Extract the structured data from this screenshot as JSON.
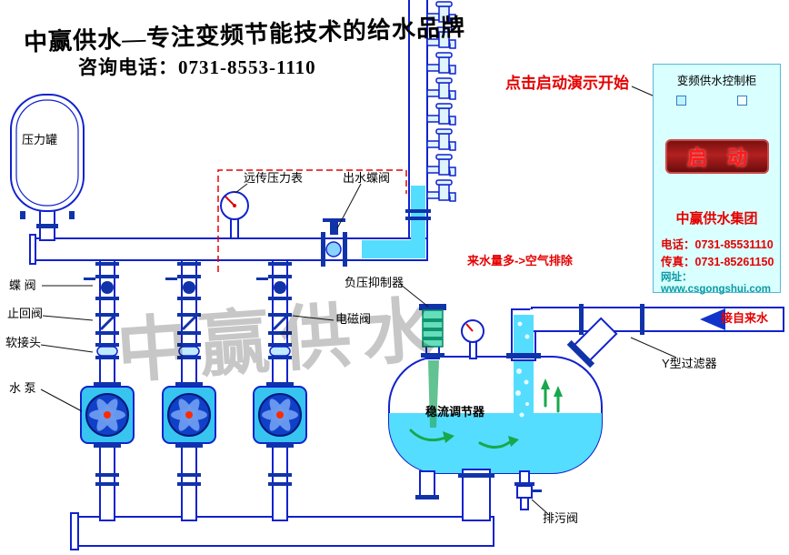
{
  "header": {
    "slogan": "中赢供水—专注变频节能技术的给水品牌",
    "hotline": "咨询电话：0731-8553-1110"
  },
  "demo_hint": "点击启动演示开始",
  "cabinet": {
    "title": "变频供水控制柜",
    "start_button": "启 动",
    "company": "中赢供水集团",
    "phone": "电话：0731-85531110",
    "fax": "传真：0731-85261150",
    "website": "网址：www.csgongshui.com"
  },
  "labels": {
    "pressure_tank": "压力罐",
    "remote_gauge": "远传压力表",
    "outlet_valve": "出水蝶阀",
    "butterfly_valve": "蝶 阀",
    "check_valve": "止回阀",
    "soft_joint": "软接头",
    "pump": "水 泵",
    "solenoid_valve": "电磁阀",
    "vacuum_suppressor": "负压抑制器",
    "air_exhaust": "来水量多->空气排除",
    "tap_water_inlet": "接自来水",
    "y_filter": "Y型过滤器",
    "flow_regulator": "稳流调节器",
    "drain_valve": "排污阀"
  },
  "watermark": "中赢供水",
  "colors": {
    "pipe": "#1122cc",
    "water": "#55ddff",
    "accent_red": "#e60000",
    "cabinet_bg": "#d9ffff"
  }
}
